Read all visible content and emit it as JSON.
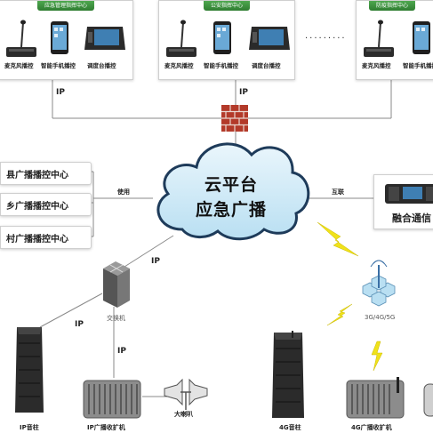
{
  "command_centers": [
    {
      "title": "应急管理指挥中心",
      "devices": [
        "麦克风播控",
        "智能手机播控",
        "调度台播控"
      ]
    },
    {
      "title": "公安指挥中心",
      "devices": [
        "麦克风播控",
        "智能手机播控",
        "调度台播控"
      ]
    },
    {
      "title": "防疫指挥中心",
      "devices": [
        "麦克风播控",
        "智能手机播控"
      ]
    }
  ],
  "ellipsis": "·········",
  "links": {
    "ip": "IP",
    "use": "使用",
    "interconnect": "互联"
  },
  "cloud": {
    "line1": "云平台",
    "line2": "应急广播"
  },
  "side_centers": [
    "县广播播控中心",
    "乡广播播控中心",
    "村广播播控中心"
  ],
  "fusion_label": "融合通信",
  "switch_label": "交换机",
  "base_station_label": "3G/4G/5G",
  "endpoints": {
    "ip_column": "IP音柱",
    "ip_receiver": "IP广播收扩机",
    "horn": "大喇叭",
    "g4_column": "4G音柱",
    "g4_receiver": "4G广播收扩机"
  },
  "colors": {
    "header_green": "#3a8f3b",
    "cloud_blue": "#cfe9f7",
    "lightning": "#f0e21a",
    "firewall": "#b33a2a"
  }
}
